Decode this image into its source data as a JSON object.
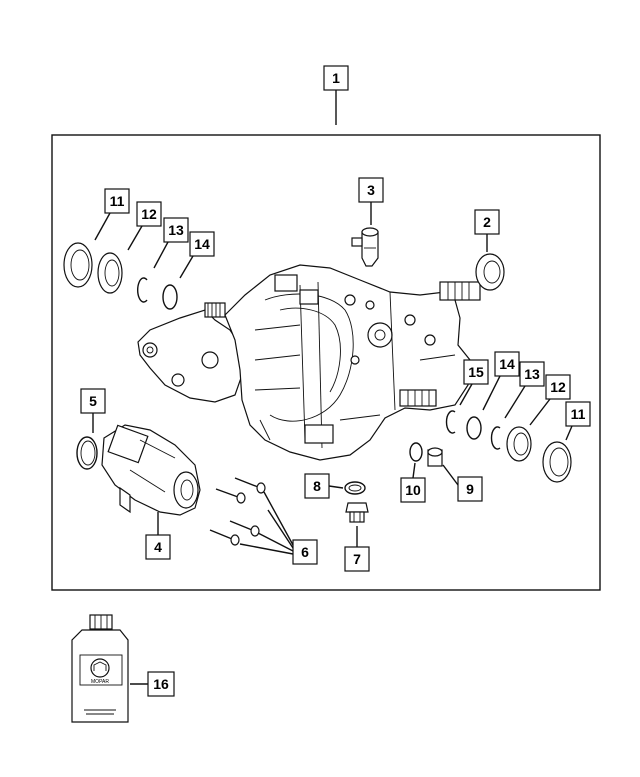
{
  "diagram": {
    "callouts": {
      "c1": "1",
      "c2": "2",
      "c3": "3",
      "c4": "4",
      "c5": "5",
      "c6": "6",
      "c7": "7",
      "c8": "8",
      "c9": "9",
      "c10": "10",
      "c11_left": "11",
      "c12_left": "12",
      "c13_left": "13",
      "c14_left": "14",
      "c15": "15",
      "c14_right": "14",
      "c13_right": "13",
      "c12_right": "12",
      "c11_right": "11",
      "c16": "16"
    },
    "bottle": {
      "logo_text": "MOPAR"
    }
  }
}
